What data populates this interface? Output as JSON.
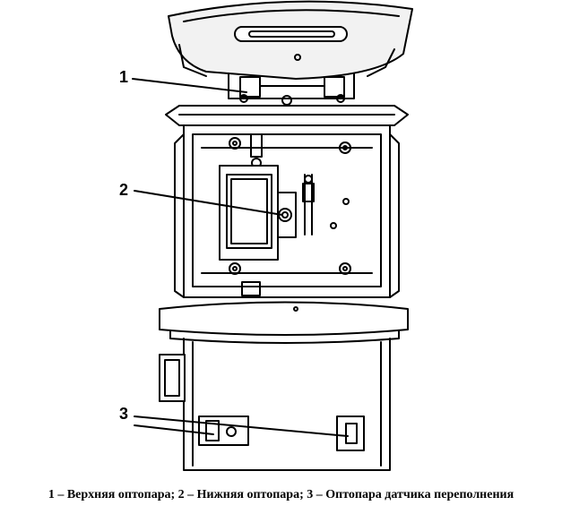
{
  "figure": {
    "callouts": [
      {
        "id": "1",
        "label": "1"
      },
      {
        "id": "2",
        "label": "2"
      },
      {
        "id": "3",
        "label": "3"
      }
    ]
  },
  "caption": "1 – Верхняя оптопара; 2 – Нижняя оптопара; 3 – Оптопара датчика переполнения"
}
